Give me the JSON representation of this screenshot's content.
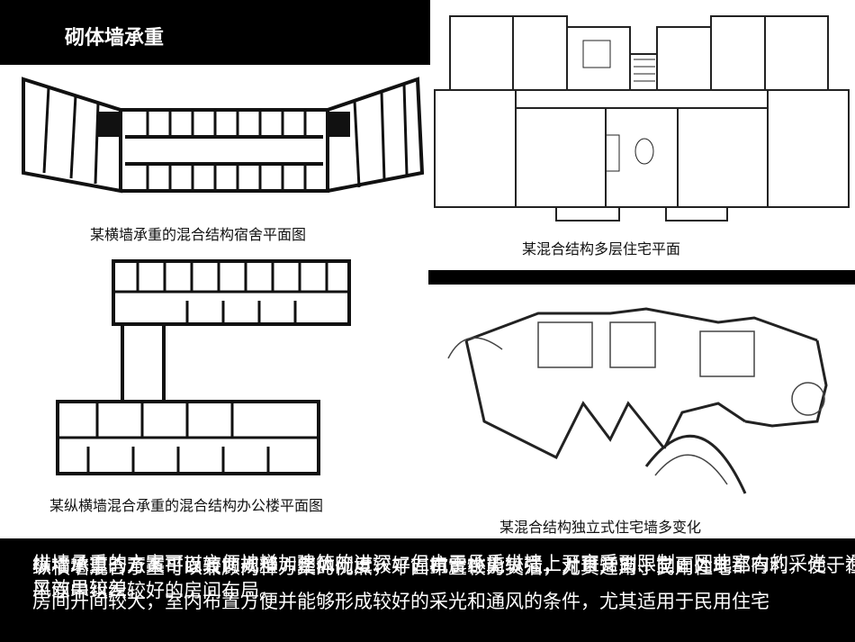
{
  "slide": {
    "title": "砌体墙承重",
    "captions": {
      "dorm": "某横墙承重的混合结构宿舍平面图",
      "office": "某纵横墙混合承重的混合结构办公楼平面图",
      "residential": "某混合结构多层住宅平面",
      "villa": "某混合结构独立式住宅墙多变化"
    },
    "overlap_text_1": "纵墙承重的方案可以方便地增加建筑的进深，但由于承重纵墙上开窗受到限制，因此室内的采光、通风效果较差。",
    "overlap_text_2": "横墙承重的方案平面较为规整，整体刚度较好，抗震性能较强，对于开窗、立面处理都有利，便于在平面中组织较好的房间布局。",
    "overlap_text_3": "纵横墙混合承重可以兼顾两种方案的优点，平面布置较为灵活，尤其适用于民用住宅",
    "overlap_text_4": "房间开间较大，室内布置方便并能够形成较好的采光和通风的条件，尤其适用于民用住宅"
  }
}
